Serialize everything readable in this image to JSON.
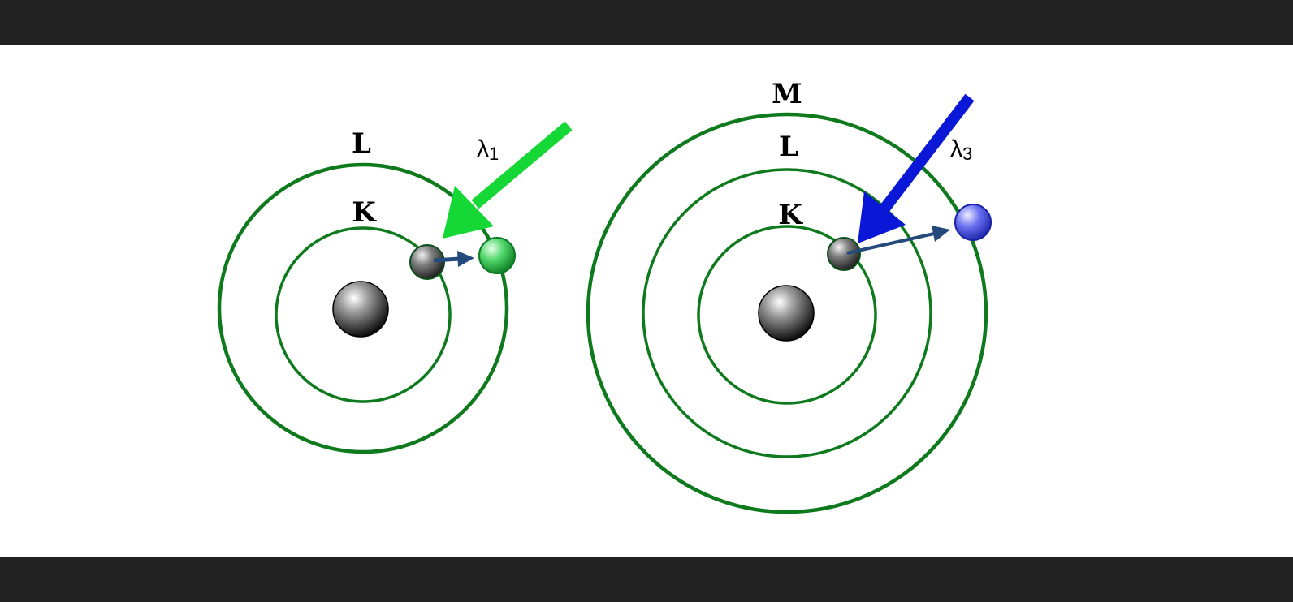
{
  "colors": {
    "orbit": "#0f7a1d",
    "green_photon": "#15d836",
    "blue_photon": "#0b17d6",
    "electron_arrow": "#234a7a",
    "top_bar": "#222222",
    "background": "#ffffff"
  },
  "atom_left": {
    "shells": {
      "l": "L",
      "k": "K"
    },
    "photon": {
      "symbol": "λ",
      "subscript": "1"
    }
  },
  "atom_right": {
    "shells": {
      "m": "M",
      "l": "L",
      "k": "K"
    },
    "photon": {
      "symbol": "λ",
      "subscript": "3"
    }
  }
}
